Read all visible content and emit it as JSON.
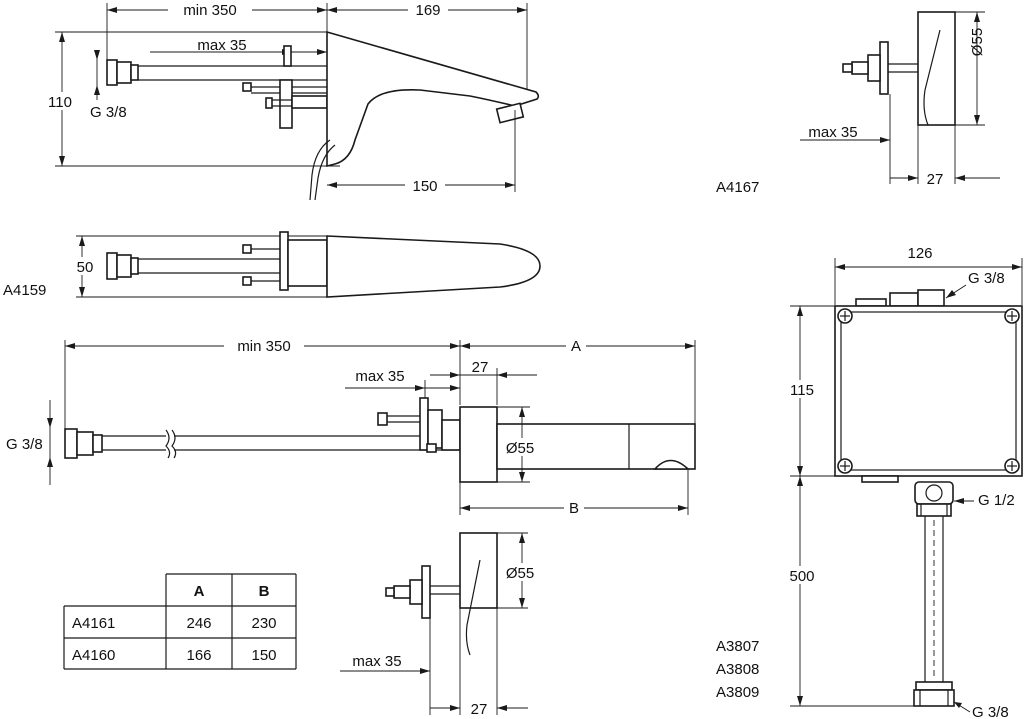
{
  "colors": {
    "ink": "#1a1a1a",
    "background": "#ffffff"
  },
  "view1": {
    "dim_min": "min 350",
    "dim_depth": "169",
    "dim_max": "max 35",
    "dim_height": "110",
    "thread": "G 3/8",
    "dim_reach": "150"
  },
  "view2": {
    "dim_width": "50",
    "model": "A4159"
  },
  "view3": {
    "dim_dia": "Ø55",
    "dim_max": "max 35",
    "dim_27": "27",
    "model": "A4167"
  },
  "view4": {
    "dim_min": "min 350",
    "dim_a": "A",
    "dim_27": "27",
    "dim_max": "max 35",
    "thread": "G 3/8",
    "dim_dia": "Ø55",
    "dim_b": "B"
  },
  "view5": {
    "dim_dia": "Ø55",
    "dim_max": "max 35",
    "dim_27": "27"
  },
  "box": {
    "dim_width": "126",
    "thread_top": "G 3/8",
    "dim_height": "115",
    "thread_out": "G 1/2",
    "dim_hose": "500",
    "thread_bottom": "G 3/8",
    "models": [
      "A3807",
      "A3808",
      "A3809"
    ]
  },
  "table": {
    "headers": [
      "A",
      "B"
    ],
    "rows": [
      {
        "model": "A4161",
        "a": "246",
        "b": "230"
      },
      {
        "model": "A4160",
        "a": "166",
        "b": "150"
      }
    ]
  }
}
